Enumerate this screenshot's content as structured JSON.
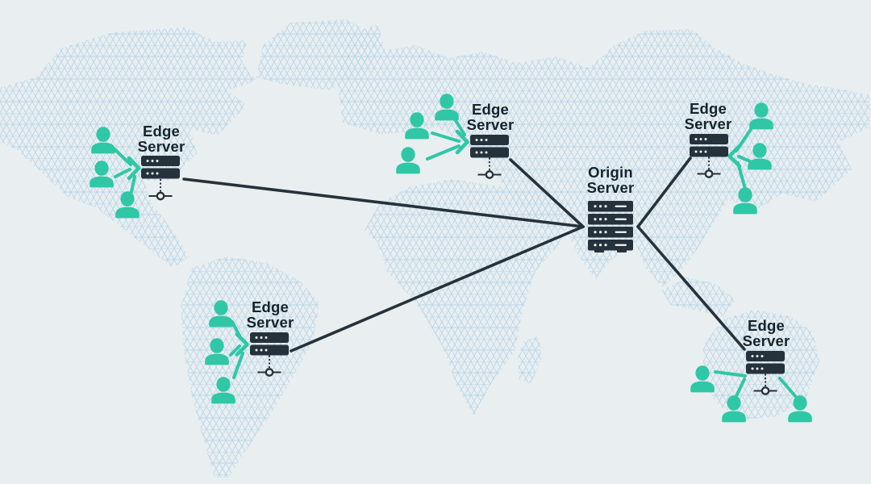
{
  "diagram": {
    "type": "cdn-network-architecture",
    "nodes": {
      "origin": {
        "label_lines": [
          "Origin",
          "Server"
        ],
        "user_count": 0
      },
      "edges": [
        {
          "position": "northwest",
          "label_lines": [
            "Edge",
            "Server"
          ],
          "user_count": 3
        },
        {
          "position": "north",
          "label_lines": [
            "Edge",
            "Server"
          ],
          "user_count": 3
        },
        {
          "position": "northeast",
          "label_lines": [
            "Edge",
            "Server"
          ],
          "user_count": 3
        },
        {
          "position": "southwest",
          "label_lines": [
            "Edge",
            "Server"
          ],
          "user_count": 3
        },
        {
          "position": "southeast",
          "label_lines": [
            "Edge",
            "Server"
          ],
          "user_count": 3
        }
      ]
    },
    "connections": [
      {
        "from": "origin-server",
        "to": "edge-server-northwest"
      },
      {
        "from": "origin-server",
        "to": "edge-server-north"
      },
      {
        "from": "origin-server",
        "to": "edge-server-northeast"
      },
      {
        "from": "origin-server",
        "to": "edge-server-southwest"
      },
      {
        "from": "origin-server",
        "to": "edge-server-southeast"
      }
    ],
    "icons": {
      "user": "user-icon",
      "edge_server": "server-rack-icon",
      "origin_server": "server-stack-icon",
      "network_node": "network-node-icon"
    },
    "colors": {
      "background": "#E9EEF0",
      "map_mesh": "#B9D7E9",
      "server_dark": "#25323C",
      "line_dark": "#26323B",
      "label_text": "#15242D",
      "user_teal": "#2FC7A6"
    }
  }
}
